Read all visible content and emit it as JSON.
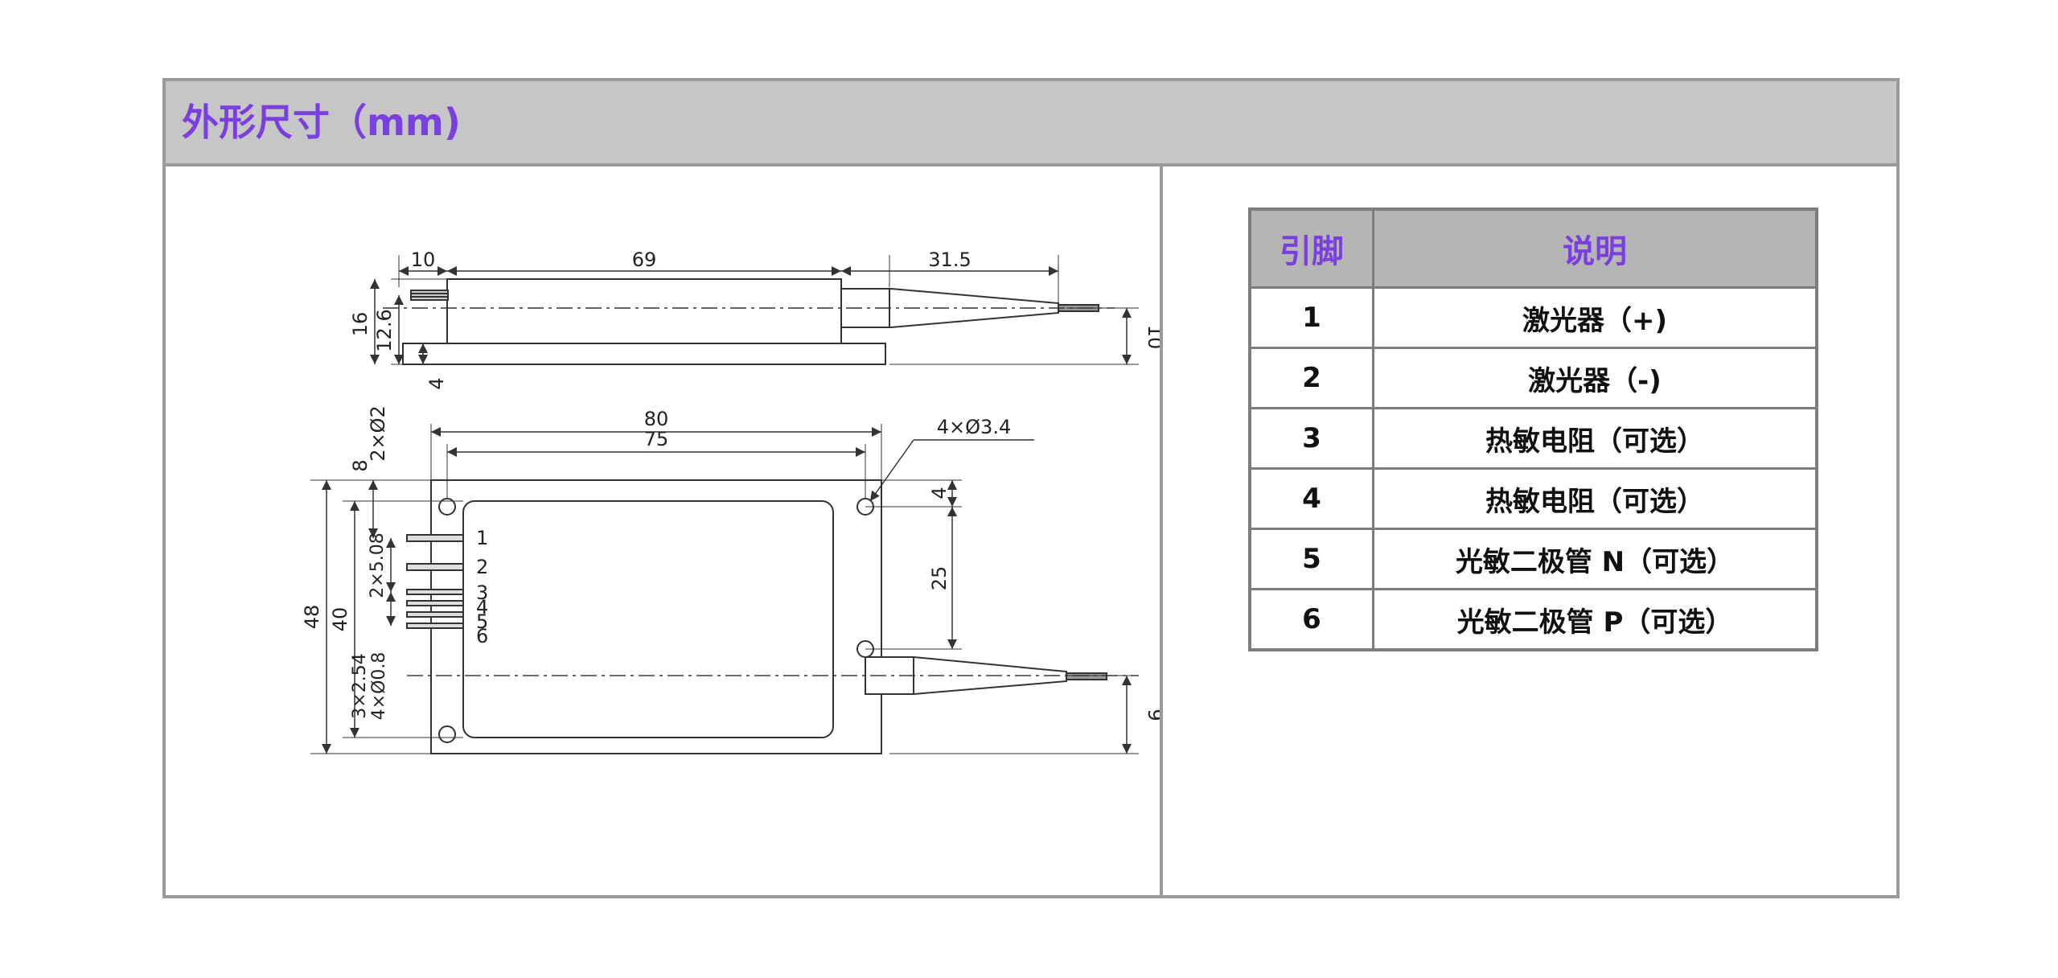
{
  "section": {
    "title": "外形尺寸（mm)"
  },
  "table": {
    "headers": [
      "引脚",
      "说明"
    ],
    "rows": [
      {
        "pin": "1",
        "desc": "激光器（+)"
      },
      {
        "pin": "2",
        "desc": "激光器（-)"
      },
      {
        "pin": "3",
        "desc": "热敏电阻（可选）"
      },
      {
        "pin": "4",
        "desc": "热敏电阻（可选）"
      },
      {
        "pin": "5",
        "desc": "光敏二极管 N（可选）"
      },
      {
        "pin": "6",
        "desc": "光敏二极管 P（可选）"
      }
    ]
  },
  "side_view": {
    "dims": {
      "len_a": "10",
      "len_b": "69",
      "len_c": "31.5",
      "h_total": "16",
      "h_body": "12.6",
      "h_base": "4",
      "h_fiber": "10"
    }
  },
  "top_view": {
    "dims": {
      "w_outer": "80",
      "w_holes": "75",
      "holes": "4×Ø3.4",
      "h_outer": "48",
      "h_inner": "40",
      "d_pin_holes": "2×Ø2",
      "off_top": "8",
      "pin_pitch_a": "2×5.08",
      "pin_pitch_b": "3×2.54",
      "pin_dia": "4×Ø0.8",
      "d_right_top": "4",
      "d_right_mid": "25",
      "d_fiber": "9"
    },
    "pin_labels": [
      "1",
      "2",
      "3",
      "4",
      "5",
      "6"
    ]
  },
  "colors": {
    "title": "#7b3fe0",
    "header_bg": "#c6c6c6",
    "border": "#9a9a9a"
  }
}
